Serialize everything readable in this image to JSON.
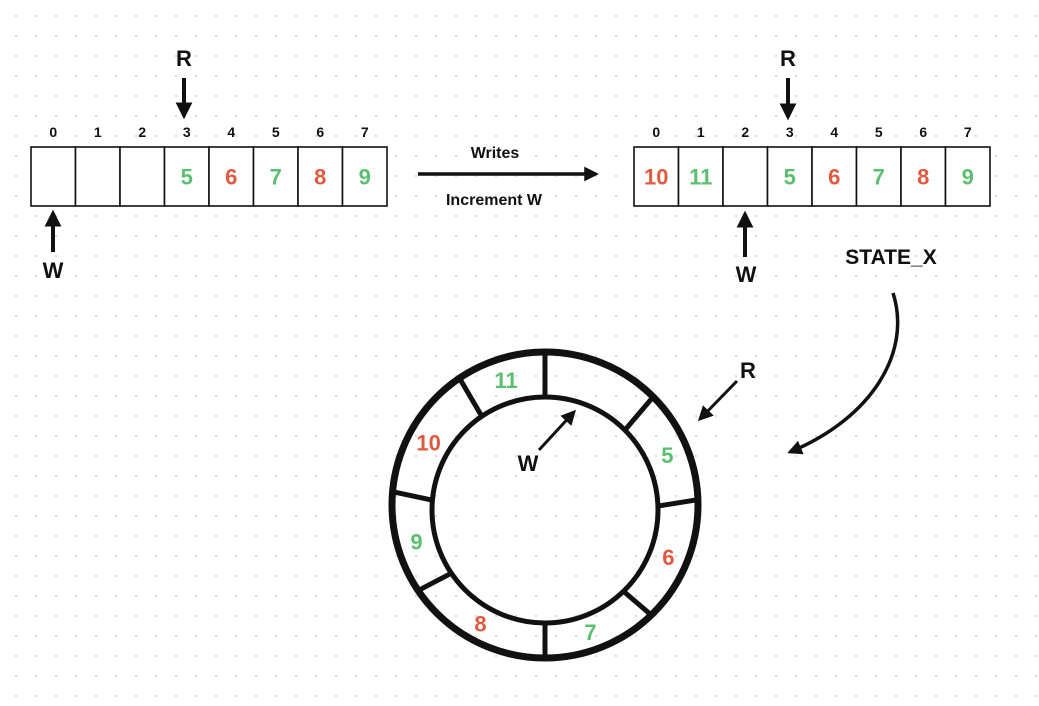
{
  "colors": {
    "green": "#5cbf6f",
    "red": "#e05a40",
    "ink": "#111111"
  },
  "before": {
    "indices": [
      "0",
      "1",
      "2",
      "3",
      "4",
      "5",
      "6",
      "7"
    ],
    "cells": [
      {
        "value": "",
        "color": "none"
      },
      {
        "value": "",
        "color": "none"
      },
      {
        "value": "",
        "color": "none"
      },
      {
        "value": "5",
        "color": "green"
      },
      {
        "value": "6",
        "color": "red"
      },
      {
        "value": "7",
        "color": "green"
      },
      {
        "value": "8",
        "color": "red"
      },
      {
        "value": "9",
        "color": "green"
      }
    ],
    "read_label": "R",
    "read_index": 3,
    "write_label": "W",
    "write_index": 0
  },
  "transition": {
    "top_label": "Writes",
    "bottom_label": "Increment W"
  },
  "after": {
    "indices": [
      "0",
      "1",
      "2",
      "3",
      "4",
      "5",
      "6",
      "7"
    ],
    "cells": [
      {
        "value": "10",
        "color": "red"
      },
      {
        "value": "11",
        "color": "green"
      },
      {
        "value": "",
        "color": "none"
      },
      {
        "value": "5",
        "color": "green"
      },
      {
        "value": "6",
        "color": "red"
      },
      {
        "value": "7",
        "color": "green"
      },
      {
        "value": "8",
        "color": "red"
      },
      {
        "value": "9",
        "color": "green"
      }
    ],
    "read_label": "R",
    "read_index": 3,
    "write_label": "W",
    "write_index": 2,
    "state_label": "STATE_X"
  },
  "ring": {
    "segments": [
      {
        "value": "11",
        "color": "green"
      },
      {
        "value": "5",
        "color": "green"
      },
      {
        "value": "6",
        "color": "red"
      },
      {
        "value": "7",
        "color": "green"
      },
      {
        "value": "8",
        "color": "red"
      },
      {
        "value": "9",
        "color": "green"
      },
      {
        "value": "10",
        "color": "red"
      }
    ],
    "read_label": "R",
    "write_label": "W"
  }
}
